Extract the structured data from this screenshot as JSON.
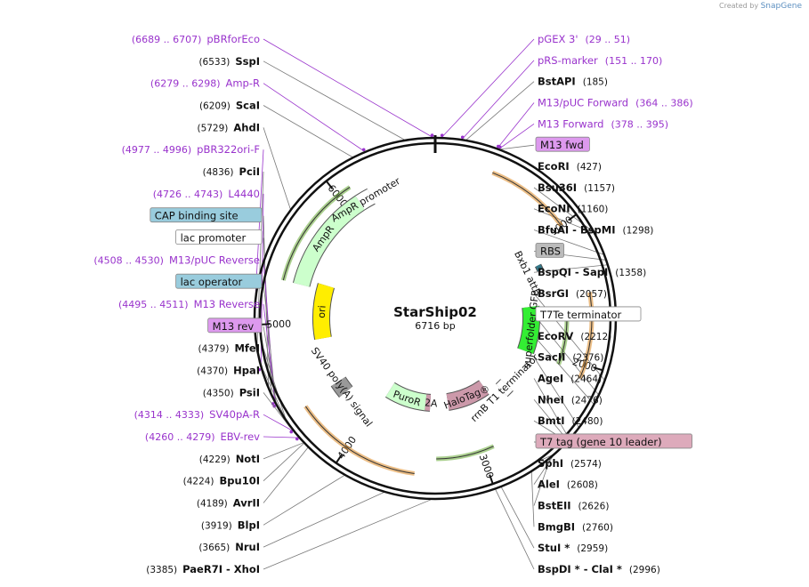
{
  "credit": {
    "prefix": "Created by",
    "brand": "SnapGene"
  },
  "plasmid": {
    "name": "StarShip02",
    "size_label": "6716 bp",
    "length": 6716
  },
  "colors": {
    "primer": "#9933cc",
    "backbone": "#111111",
    "amp_fill": "#ccffcc",
    "amp_stroke": "#66aa33",
    "orange": "#dd8822",
    "ori_fill": "#ffee00",
    "gfp_fill": "#33ee33",
    "halo_fill": "#cc99aa",
    "puro_fill": "#ccffcc",
    "blue_box": "#99ccdd",
    "pink_box": "#dd99ee",
    "grey_box": "#bbbbbb",
    "rose_box": "#ddaabb"
  },
  "ticks": [
    {
      "pos": 1000,
      "label": "1000"
    },
    {
      "pos": 2000,
      "label": "2000"
    },
    {
      "pos": 3000,
      "label": "3000"
    },
    {
      "pos": 4000,
      "label": "4000"
    },
    {
      "pos": 5000,
      "label": "5000"
    },
    {
      "pos": 6000,
      "label": "6000"
    }
  ],
  "features": [
    {
      "name": "AmpR",
      "label": "AmpR",
      "start": 5300,
      "end": 6100,
      "r": 155,
      "color": "amp"
    },
    {
      "name": "AmpR promoter",
      "label": "AmpR promoter",
      "start": 6100,
      "end": 6200,
      "r": 155,
      "color": "white"
    },
    {
      "name": "ori",
      "label": "ori",
      "start": 4850,
      "end": 5350,
      "r": 128,
      "color": "ori"
    },
    {
      "name": "superfolder GFP",
      "label": "superfolder GFP",
      "start": 1550,
      "end": 2050,
      "r": 108,
      "color": "gfp"
    },
    {
      "name": "Bxb1 attB",
      "label": "Bxb1 attB",
      "start": 1170,
      "end": 1220,
      "r": 130,
      "color": "teal"
    },
    {
      "name": "HaloTag",
      "label": "HaloTag®",
      "start": 2700,
      "end": 3200,
      "r": 95,
      "color": "halo"
    },
    {
      "name": "rrnB T1 terminator",
      "label": "rrnB T1 terminator",
      "start": 2480,
      "end": 2560,
      "r": 110,
      "color": "white"
    },
    {
      "name": "T2A",
      "label": "T2A",
      "start": 3420,
      "end": 3480,
      "r": 95,
      "color": "halo"
    },
    {
      "name": "PuroR",
      "label": "PuroR",
      "start": 3480,
      "end": 3960,
      "r": 95,
      "color": "amp"
    },
    {
      "name": "SV40 poly(A) signal",
      "label": "SV40 poly(A) signal",
      "start": 4300,
      "end": 4420,
      "r": 130,
      "color": "grey"
    }
  ],
  "labels_left": [
    {
      "kind": "primer",
      "range": "(6689 .. 6707)",
      "name": "pBRforEco",
      "pos": 6698
    },
    {
      "kind": "site",
      "range": "(6533)",
      "name": "SspI",
      "pos": 6533
    },
    {
      "kind": "primer",
      "range": "(6279 .. 6298)",
      "name": "Amp-R",
      "pos": 6288
    },
    {
      "kind": "site",
      "range": "(6209)",
      "name": "ScaI",
      "pos": 6209
    },
    {
      "kind": "site",
      "range": "(5729)",
      "name": "AhdI",
      "pos": 5729
    },
    {
      "kind": "primer",
      "range": "(4977 .. 4996)",
      "name": "pBR322ori-F",
      "pos": 4986
    },
    {
      "kind": "site",
      "range": "(4836)",
      "name": "PciI",
      "pos": 4836
    },
    {
      "kind": "primer",
      "range": "(4726 .. 4743)",
      "name": "L4440",
      "pos": 4734
    },
    {
      "kind": "box",
      "box": "blue_box",
      "name": "CAP binding site",
      "pos": 4600
    },
    {
      "kind": "box",
      "box": "white",
      "name": "lac promoter",
      "pos": 4560
    },
    {
      "kind": "primer",
      "range": "(4508 .. 4530)",
      "name": "M13/pUC Reverse",
      "pos": 4519
    },
    {
      "kind": "box",
      "box": "blue_box",
      "name": "lac operator",
      "pos": 4500
    },
    {
      "kind": "primer",
      "range": "(4495 .. 4511)",
      "name": "M13 Reverse",
      "pos": 4503
    },
    {
      "kind": "box",
      "box": "pink_box",
      "name": "M13 rev",
      "pos": 4490
    },
    {
      "kind": "site",
      "range": "(4379)",
      "name": "MfeI",
      "pos": 4379
    },
    {
      "kind": "site",
      "range": "(4370)",
      "name": "HpaI",
      "pos": 4370
    },
    {
      "kind": "site",
      "range": "(4350)",
      "name": "PsiI",
      "pos": 4350
    },
    {
      "kind": "primer",
      "range": "(4314 .. 4333)",
      "name": "SV40pA-R",
      "pos": 4323
    },
    {
      "kind": "primer",
      "range": "(4260 .. 4279)",
      "name": "EBV-rev",
      "pos": 4270
    },
    {
      "kind": "site",
      "range": "(4229)",
      "name": "NotI",
      "pos": 4229
    },
    {
      "kind": "site",
      "range": "(4224)",
      "name": "Bpu10I",
      "pos": 4224
    },
    {
      "kind": "site",
      "range": "(4189)",
      "name": "AvrII",
      "pos": 4189
    },
    {
      "kind": "site",
      "range": "(3919)",
      "name": "BlpI",
      "pos": 3919
    },
    {
      "kind": "site",
      "range": "(3665)",
      "name": "NruI",
      "pos": 3665
    },
    {
      "kind": "site2",
      "range": "(3385)",
      "name": "PaeR7I",
      "name2": "XhoI",
      "pos": 3385
    }
  ],
  "labels_right": [
    {
      "kind": "primer",
      "name": "pGEX 3'",
      "range": "(29 .. 51)",
      "pos": 40
    },
    {
      "kind": "primer",
      "name": "pRS-marker",
      "range": "(151 .. 170)",
      "pos": 160
    },
    {
      "kind": "site",
      "name": "BstAPI",
      "range": "(185)",
      "pos": 185
    },
    {
      "kind": "primer",
      "name": "M13/pUC Forward",
      "range": "(364 .. 386)",
      "pos": 375
    },
    {
      "kind": "primer",
      "name": "M13 Forward",
      "range": "(378 .. 395)",
      "pos": 386
    },
    {
      "kind": "box",
      "box": "pink_box",
      "name": "M13 fwd",
      "pos": 395
    },
    {
      "kind": "site",
      "name": "EcoRI",
      "range": "(427)",
      "pos": 427
    },
    {
      "kind": "site",
      "name": "Bsu36I",
      "range": "(1157)",
      "pos": 1157
    },
    {
      "kind": "site",
      "name": "EcoNI",
      "range": "(1160)",
      "pos": 1160
    },
    {
      "kind": "site2",
      "name": "BfuAI",
      "name2": "BspMI",
      "range": "(1298)",
      "pos": 1298
    },
    {
      "kind": "box",
      "box": "grey_box",
      "name": "RBS",
      "pos": 1330
    },
    {
      "kind": "site2",
      "name": "BspQI",
      "name2": "SapI",
      "range": "(1358)",
      "pos": 1358
    },
    {
      "kind": "site",
      "name": "BsrGI",
      "range": "(2057)",
      "pos": 2057
    },
    {
      "kind": "box",
      "box": "white",
      "name": "T7Te terminator",
      "pos": 2150
    },
    {
      "kind": "site",
      "name": "EcoRV",
      "range": "(2212)",
      "pos": 2212
    },
    {
      "kind": "site",
      "name": "SacII",
      "range": "(2376)",
      "pos": 2376
    },
    {
      "kind": "site",
      "name": "AgeI",
      "range": "(2464)",
      "pos": 2464
    },
    {
      "kind": "site",
      "name": "NheI",
      "range": "(2476)",
      "pos": 2476
    },
    {
      "kind": "site",
      "name": "BmtI",
      "range": "(2480)",
      "pos": 2480
    },
    {
      "kind": "box",
      "box": "rose_box",
      "name": "T7 tag (gene 10 leader)",
      "pos": 2500
    },
    {
      "kind": "site",
      "name": "SphI",
      "range": "(2574)",
      "pos": 2574
    },
    {
      "kind": "site",
      "name": "AleI",
      "range": "(2608)",
      "pos": 2608
    },
    {
      "kind": "site",
      "name": "BstEII",
      "range": "(2626)",
      "pos": 2626
    },
    {
      "kind": "site",
      "name": "BmgBI",
      "range": "(2760)",
      "pos": 2760
    },
    {
      "kind": "site",
      "name": "StuI *",
      "range": "(2959)",
      "pos": 2959
    },
    {
      "kind": "site2",
      "name": "BspDI *",
      "name2": "ClaI *",
      "range": "(2996)",
      "pos": 2996
    }
  ]
}
